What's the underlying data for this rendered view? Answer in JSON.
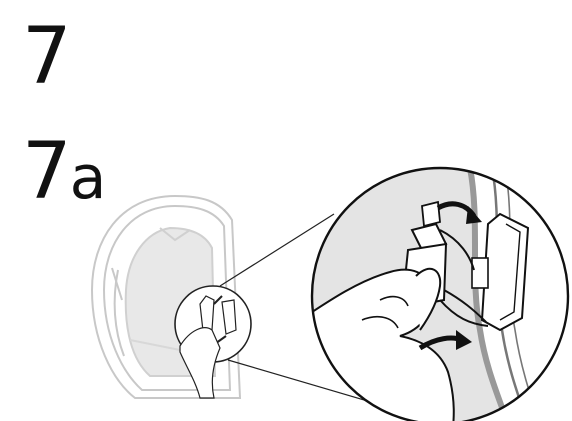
{
  "step": {
    "number": "7",
    "substep_number": "7",
    "substep_letter": "a"
  },
  "illustration": {
    "helmet_icon": "helmet-interior-icon",
    "hand_icon": "hand-holding-connector-icon",
    "magnifier": "zoom-detail-circle",
    "arrows": [
      "rotate-arrow-icon",
      "push-arrow-icon"
    ]
  }
}
